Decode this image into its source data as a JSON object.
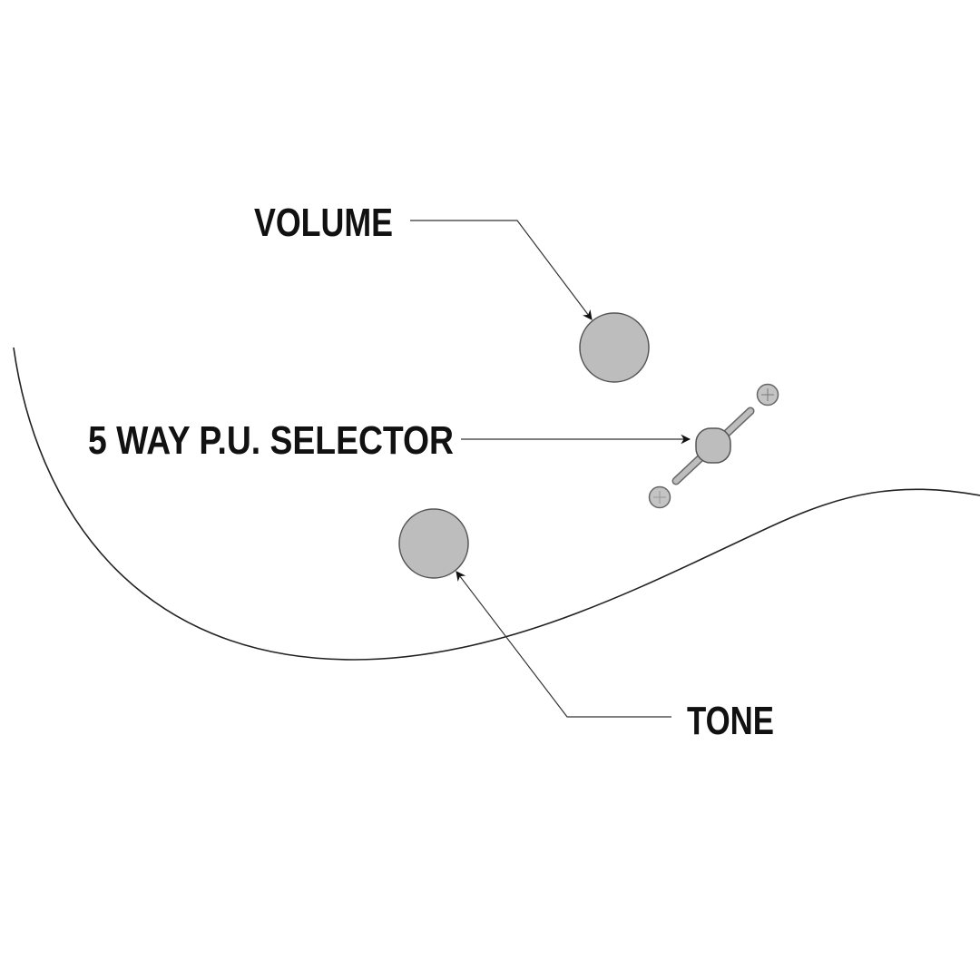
{
  "labels": {
    "volume": "VOLUME",
    "selector": "5 WAY P.U. SELECTOR",
    "tone": "TONE"
  },
  "colors": {
    "knob_fill": "#bdbdbd",
    "knob_stroke": "#555555",
    "line": "#222222",
    "text": "#111111"
  }
}
